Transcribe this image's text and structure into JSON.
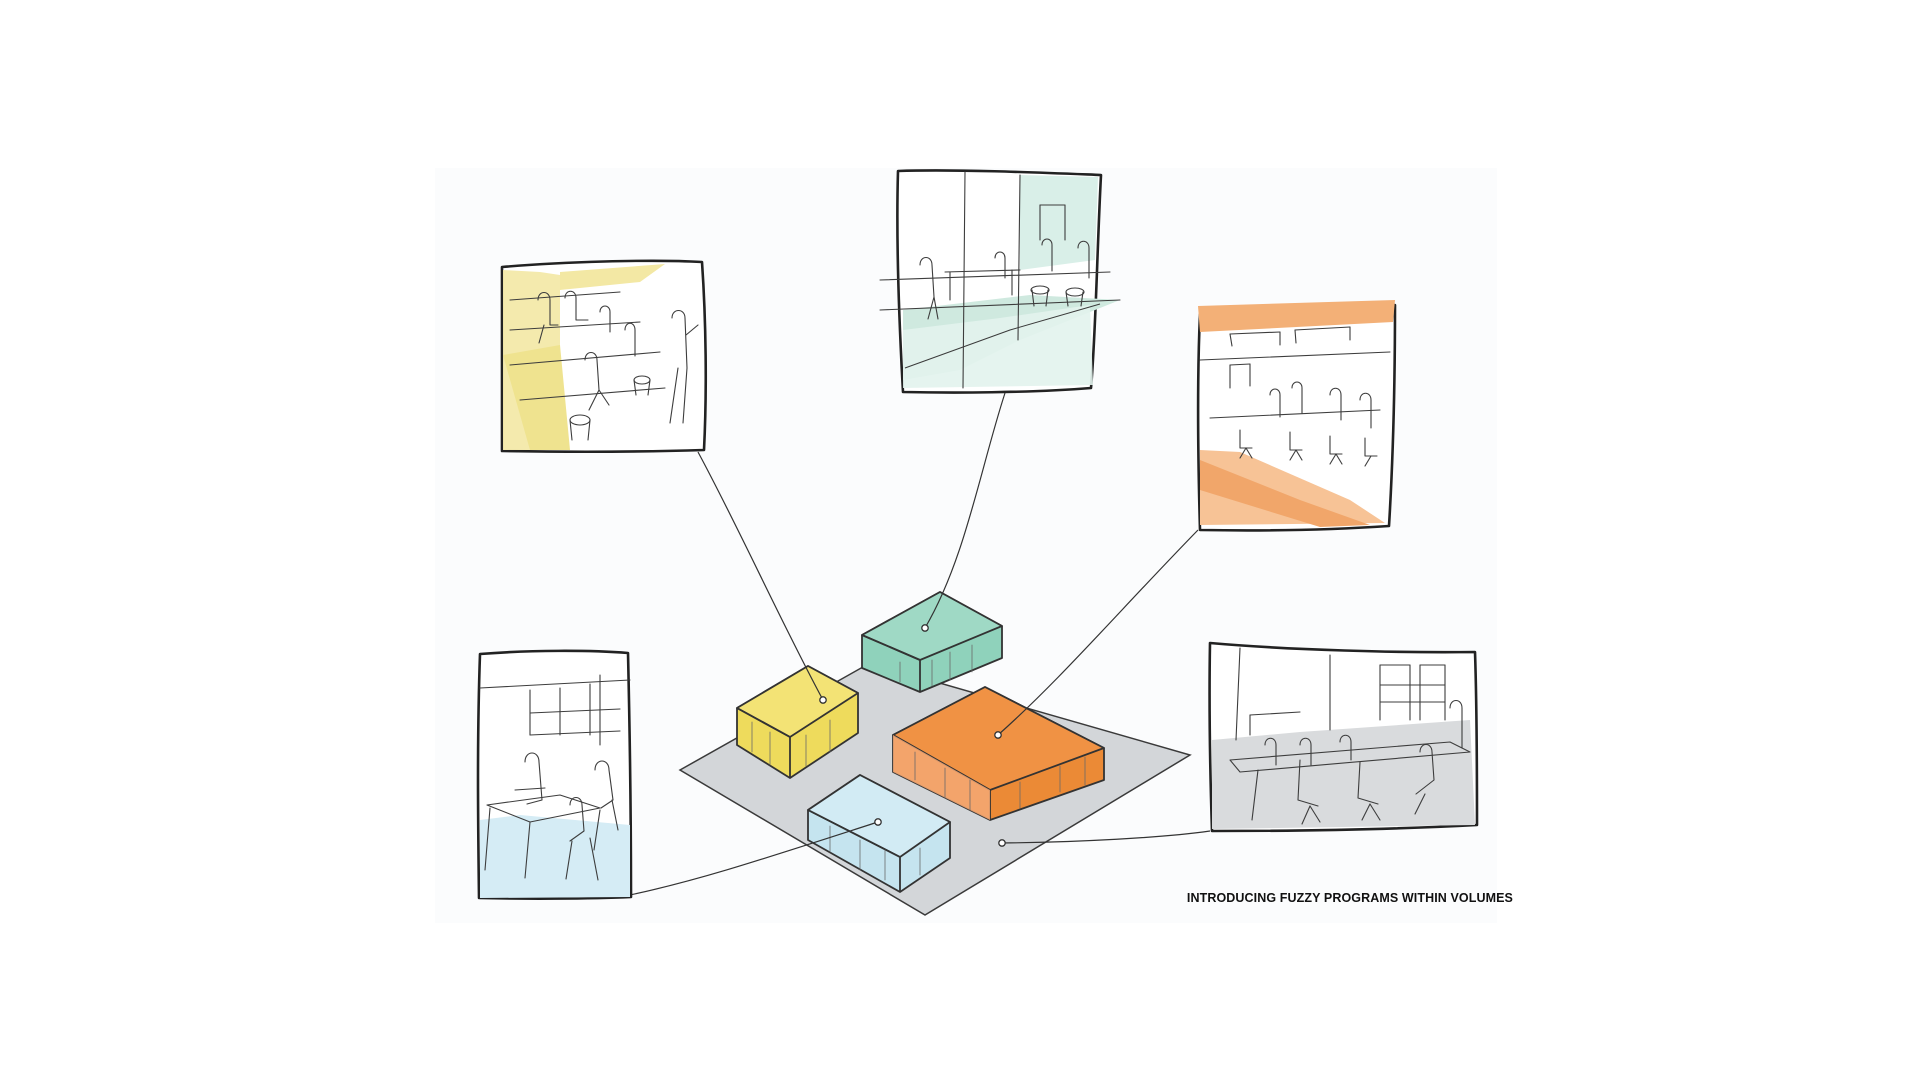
{
  "caption": "INTRODUCING FUZZY PROGRAMS WITHIN VOLUMES",
  "colors": {
    "yellow": "#f1e06b",
    "teal": "#8fd2bb",
    "orange": "#ee8f3e",
    "light_blue": "#c9e6f1",
    "base_plate": "#d3d6d9",
    "sketch_line": "#333333"
  },
  "volumes": [
    {
      "color_key": "yellow",
      "vignette": "stepped seating"
    },
    {
      "color_key": "teal",
      "vignette": "glass meeting room"
    },
    {
      "color_key": "orange",
      "vignette": "open office"
    },
    {
      "color_key": "light_blue",
      "vignette": "small desk room"
    },
    {
      "color_key": "base_plate",
      "vignette": "studio workspace"
    }
  ]
}
